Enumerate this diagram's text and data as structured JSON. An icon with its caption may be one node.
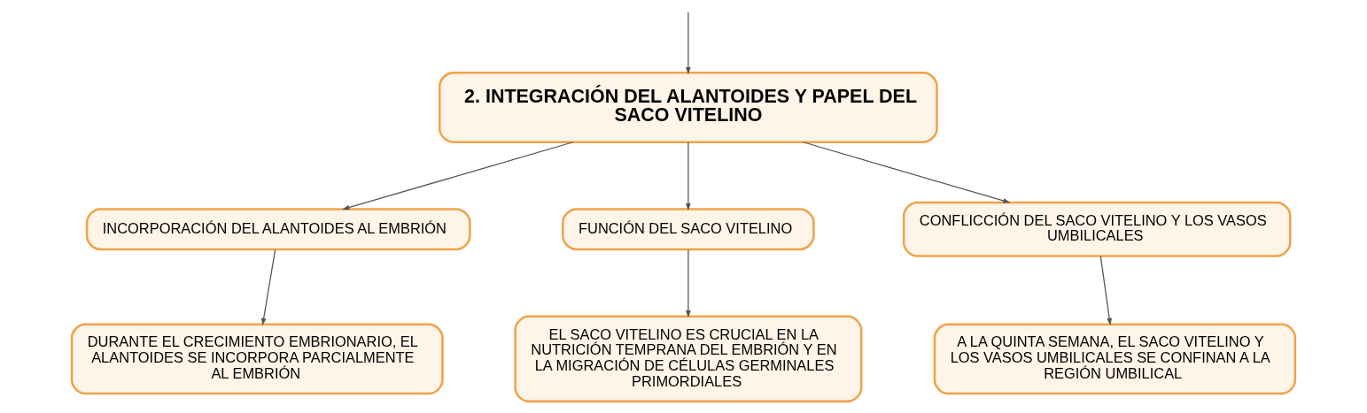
{
  "diagram": {
    "nodes": [
      {
        "text": [
          "2. INTEGRACIÓN DEL ALANTOIDES Y PAPEL DEL SACO VITELINO"
        ]
      },
      {
        "text": [
          "INCORPORACIÓN DEL ALANTOIDES AL EMBRIÓN"
        ]
      },
      {
        "text": [
          "FUNCIÓN DEL SACO VITELINO"
        ]
      },
      {
        "text": [
          "CONFLICCIÓN DEL SACO VITELINO Y LOS VASOS UMBILICALES"
        ]
      },
      {
        "text": [
          "DURANTE EL CRECIMIENTO EMBRIONARIO, EL ALANTOIDES SE INCORPORA PARCIALMENTE AL EMBRIÓN"
        ]
      },
      {
        "text": [
          "EL SACO VITELINO ES CRUCIAL EN LA NUTRICIÓN TEMPRANA DEL EMBRIÓN Y EN LA MIGRACIÓN DE CÉLULAS GERMINALES PRIMORDIALES"
        ]
      },
      {
        "text": [
          "A LA QUINTA SEMANA, EL SACO VITELINO Y LOS VASOS UMBILICALES SE CONFINAN A LA REGIÓN UMBILICAL"
        ]
      }
    ],
    "edges": [
      {
        "from": null,
        "to": 0,
        "arrow": "to"
      },
      {
        "from": 0,
        "to": 1,
        "arrow": "to"
      },
      {
        "from": 0,
        "to": 2,
        "arrow": "to"
      },
      {
        "from": 0,
        "to": 3,
        "arrow": "to"
      },
      {
        "from": 1,
        "to": 4,
        "arrow": "to"
      },
      {
        "from": 2,
        "to": 5,
        "arrow": "to"
      },
      {
        "from": 3,
        "to": 6,
        "arrow": "to"
      }
    ]
  }
}
